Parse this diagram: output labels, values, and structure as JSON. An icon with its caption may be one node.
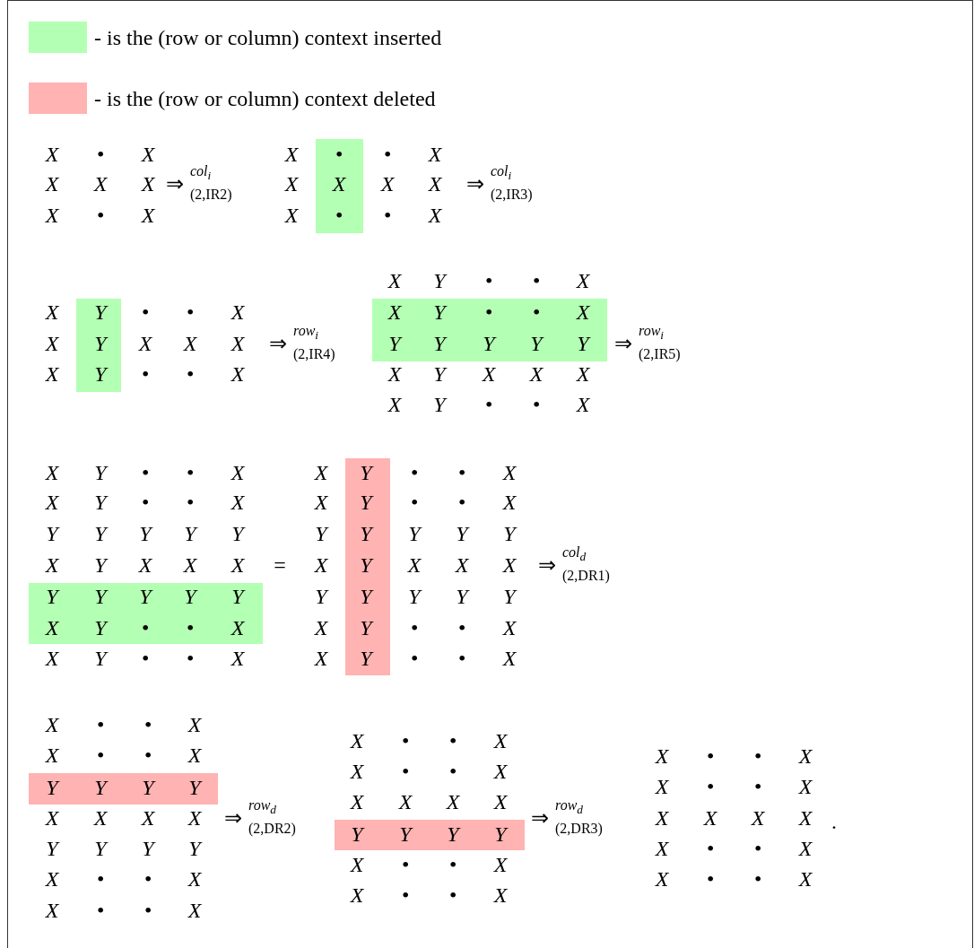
{
  "diagram": {
    "labels": [
      "X",
      "•",
      "X",
      "X",
      "X",
      "X",
      "X",
      "•",
      "X",
      "⇒",
      "col$_{i}$",
      "(2,IR2)",
      "X",
      "•",
      "•",
      "X",
      "X",
      "X",
      "X",
      "X",
      "X",
      "•",
      "•",
      "X",
      "⇒",
      "col$_{i}$",
      "(2,IR3)",
      "X",
      "Y",
      "•",
      "•",
      "X",
      "X",
      "Y",
      "X",
      "X",
      "X",
      "X",
      "Y",
      "•",
      "•",
      "X",
      "⇒",
      "row$_{i}$",
      "(2,IR4)",
      "X",
      "Y",
      "•",
      "•",
      "X",
      "X",
      "Y",
      "•",
      "•",
      "X",
      "Y",
      "Y",
      "Y",
      "Y",
      "Y",
      "X",
      "Y",
      "X",
      "X",
      "X",
      "X",
      "Y",
      "•",
      "•",
      "X",
      "⇒",
      "row$_{i}$",
      "(2,IR5)",
      "X",
      "Y",
      "•",
      "•",
      "X",
      "X",
      "Y",
      "•",
      "•",
      "X",
      "Y",
      "Y",
      "Y",
      "Y",
      "Y",
      "X",
      "Y",
      "X",
      "X",
      "X",
      "Y",
      "Y",
      "Y",
      "Y",
      "Y",
      "X",
      "Y",
      "•",
      "•",
      "X",
      "X",
      "Y",
      "•",
      "•",
      "X",
      "=",
      "X",
      "Y",
      "•",
      "•",
      "X",
      "X",
      "Y",
      "•",
      "•",
      "X",
      "Y",
      "Y",
      "Y",
      "Y",
      "Y",
      "X",
      "Y",
      "X",
      "X",
      "X",
      "Y",
      "Y",
      "Y",
      "Y",
      "Y",
      "X",
      "Y",
      "•",
      "•",
      "X",
      "X",
      "Y",
      "•",
      "•",
      "X",
      "⇒",
      "col$_{d}$",
      "(2,DR1)",
      "X",
      "•",
      "•",
      "X",
      "X",
      "•",
      "•",
      "X",
      "Y",
      "Y",
      "Y",
      "Y",
      "X",
      "X",
      "X",
      "X",
      "Y",
      "Y",
      "Y",
      "Y",
      "X",
      "•",
      "•",
      "X",
      "X",
      "•",
      "•",
      "X",
      "⇒",
      "row$_{d}$",
      "(2,DR2)",
      "X",
      "•",
      "•",
      "X",
      "X",
      "•",
      "•",
      "X",
      "X",
      "X",
      "X",
      "X",
      "Y",
      "Y",
      "Y",
      "Y",
      "X",
      "•",
      "•",
      "X",
      "X",
      "•",
      "•",
      "X",
      "⇒",
      "row$_{d}$",
      "(2,DR3)",
      "X",
      "•",
      "•",
      "X",
      "X",
      "•",
      "•",
      "X",
      "X",
      "X",
      "X",
      "X",
      "X",
      "•",
      "•",
      "X",
      "X",
      "•",
      "•",
      "X",
      "."
    ],
    "legend": [
      {
        "text": "- is the (row or column) context inserted",
        "color": "#b3ffb3"
      },
      {
        "text": "- is the (row or column) context deleted",
        "color": "#ffb3b3"
      }
    ]
  }
}
